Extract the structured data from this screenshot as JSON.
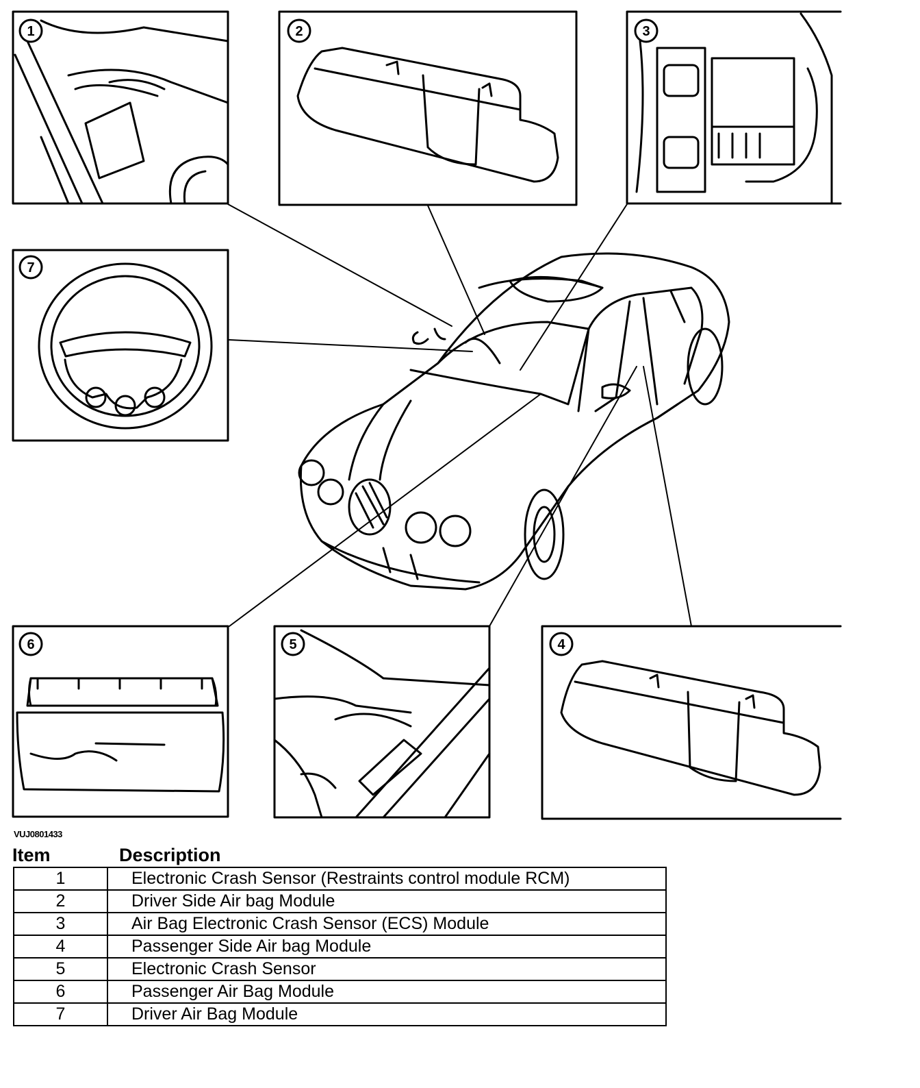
{
  "figure_code": "VUJ0801433",
  "legend": {
    "item_header": "Item",
    "description_header": "Description",
    "rows": [
      {
        "item": "1",
        "description": "Electronic Crash Sensor (Restraints control module RCM)"
      },
      {
        "item": "2",
        "description": "Driver Side Air bag Module"
      },
      {
        "item": "3",
        "description": "Air Bag Electronic Crash Sensor (ECS) Module"
      },
      {
        "item": "4",
        "description": "Passenger Side Air bag Module"
      },
      {
        "item": "5",
        "description": "Electronic Crash Sensor"
      },
      {
        "item": "6",
        "description": "Passenger Air Bag Module"
      },
      {
        "item": "7",
        "description": "Driver Air Bag Module"
      }
    ]
  },
  "callouts": [
    "1",
    "2",
    "3",
    "4",
    "5",
    "6",
    "7"
  ]
}
